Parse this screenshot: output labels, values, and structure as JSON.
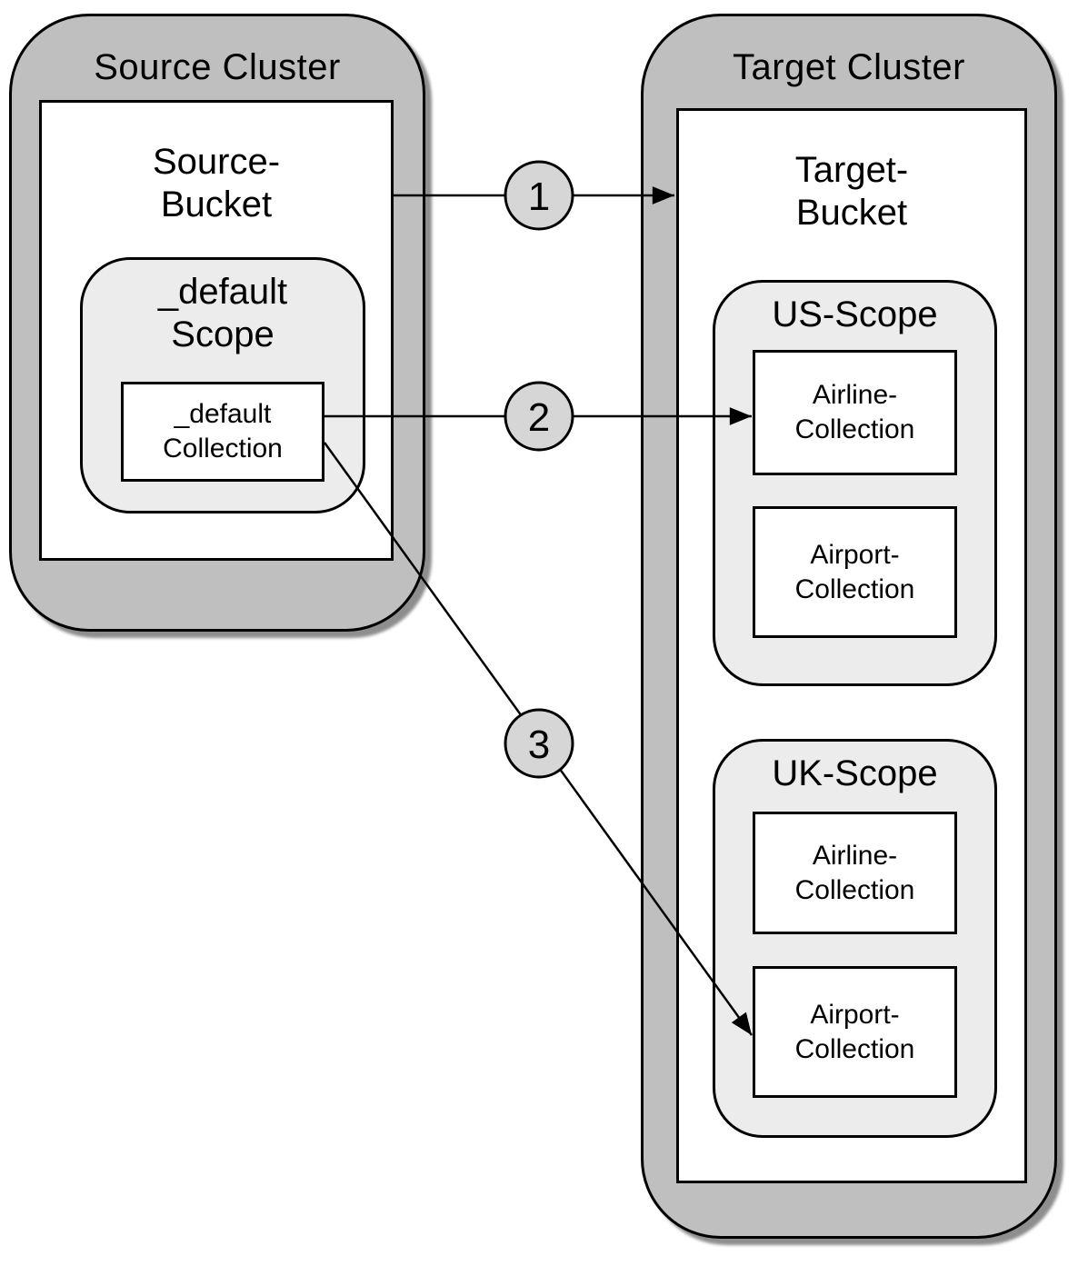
{
  "colors": {
    "cluster-fill": "#bfbfbf",
    "scope-fill": "#ececec",
    "collection-fill": "#ffffff",
    "badge-fill": "#d6d6d6",
    "line-color": "#000000",
    "shadow-color": "#8e8e8e"
  },
  "source_cluster": {
    "title": "Source Cluster",
    "bucket": {
      "line1": "Source-",
      "line2": "Bucket"
    },
    "scope": {
      "line1": "_default",
      "line2": "Scope"
    },
    "collection": {
      "line1": "_default",
      "line2": "Collection"
    }
  },
  "target_cluster": {
    "title": "Target Cluster",
    "bucket": {
      "line1": "Target-",
      "line2": "Bucket"
    },
    "us_scope": {
      "title": "US-Scope",
      "collections": [
        {
          "line1": "Airline-",
          "line2": "Collection"
        },
        {
          "line1": "Airport-",
          "line2": "Collection"
        }
      ]
    },
    "uk_scope": {
      "title": "UK-Scope",
      "collections": [
        {
          "line1": "Airline-",
          "line2": "Collection"
        },
        {
          "line1": "Airport-",
          "line2": "Collection"
        }
      ]
    }
  },
  "connections": [
    {
      "label": "1",
      "from": "Source-Bucket",
      "to": "Target-Bucket"
    },
    {
      "label": "2",
      "from": "_default Collection",
      "to": "US-Scope Airline-Collection"
    },
    {
      "label": "3",
      "from": "_default Collection",
      "to": "UK-Scope Airport-Collection"
    }
  ]
}
